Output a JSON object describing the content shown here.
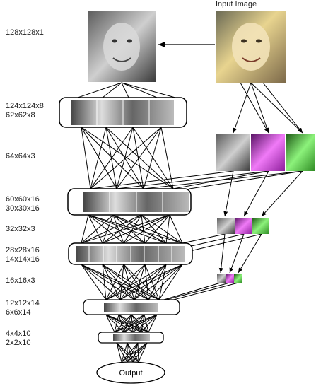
{
  "title": "Input Image",
  "output_label": "Output",
  "layers": [
    {
      "id": "gray",
      "line1": "128x128x1",
      "line2": ""
    },
    {
      "id": "c1",
      "line1": "124x124x8",
      "line2": "62x62x8"
    },
    {
      "id": "color64",
      "line1": "64x64x3",
      "line2": ""
    },
    {
      "id": "c2",
      "line1": "60x60x16",
      "line2": "30x30x16"
    },
    {
      "id": "color32",
      "line1": "32x32x3",
      "line2": ""
    },
    {
      "id": "c3",
      "line1": "28x28x16",
      "line2": "14x14x16"
    },
    {
      "id": "color16",
      "line1": "16x16x3",
      "line2": ""
    },
    {
      "id": "c4",
      "line1": "12x12x14",
      "line2": "6x6x14"
    },
    {
      "id": "c5",
      "line1": "4x4x10",
      "line2": "2x2x10"
    }
  ],
  "colors": {
    "gray_thumb": "#8a8a8a",
    "color_thumb": "#c9b27a",
    "magenta_thumb": "#c23bd6",
    "green_thumb": "#46c83c",
    "line": "#000000"
  }
}
